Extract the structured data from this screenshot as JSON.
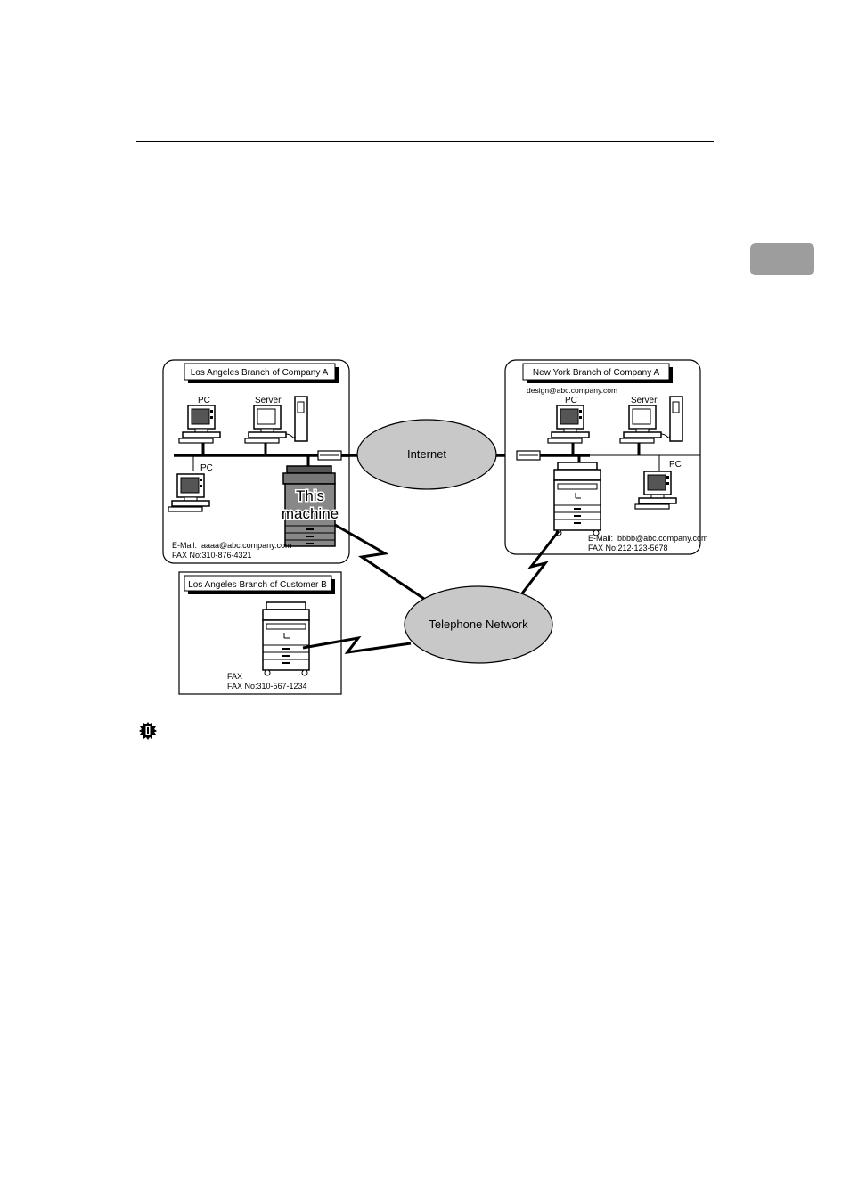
{
  "page": {
    "section_tab_icon": "gray-section-tab",
    "important_icon": "important-icon"
  },
  "diagram": {
    "la_branch": {
      "title": "Los Angeles Branch of Company A",
      "pc_top": "PC",
      "server": "Server",
      "pc_left": "PC",
      "this_machine_line1": "This",
      "this_machine_line2": "machine",
      "email_label": "E-Mail:",
      "email": "aaaa@abc.company.com",
      "fax": "FAX No:310-876-4321"
    },
    "ny_branch": {
      "title": "New York Branch of Company A",
      "design_email": "design@abc.company.com",
      "pc_top": "PC",
      "server": "Server",
      "pc_right": "PC",
      "email_label": "E-Mail:",
      "email": "bbbb@abc.company.com",
      "fax": "FAX No:212-123-5678"
    },
    "customer_b": {
      "title": "Los Angeles Branch of Customer B",
      "fax_label": "FAX",
      "fax": "FAX No:310-567-1234"
    },
    "internet": "Internet",
    "telephone_network": "Telephone Network"
  }
}
